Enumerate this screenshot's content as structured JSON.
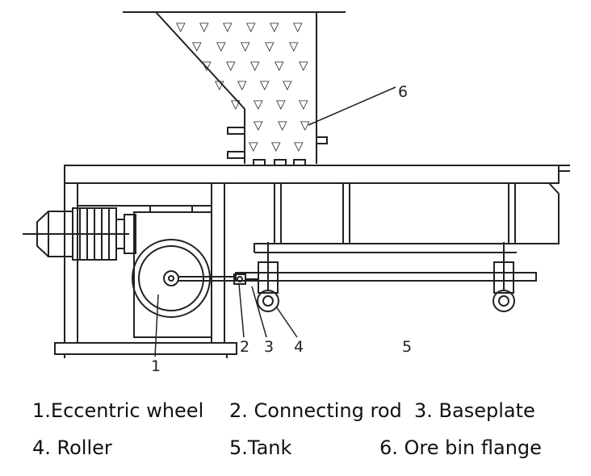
{
  "diagram": {
    "part_labels": {
      "eccentric_wheel": "1",
      "connecting_rod": "2",
      "baseplate": "3",
      "roller": "4",
      "tank": "5",
      "ore_bin_flange": "6"
    }
  },
  "legend": {
    "row1": [
      "1.Eccentric wheel",
      "2. Connecting rod",
      "3. Baseplate"
    ],
    "row2": [
      "4. Roller",
      "5.Tank",
      "6. Ore bin flange"
    ]
  }
}
